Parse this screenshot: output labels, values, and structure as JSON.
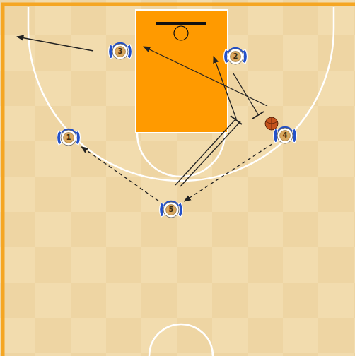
{
  "diagram": {
    "nodes": [
      {
        "text": [
          "3"
        ]
      },
      {
        "text": [
          "2"
        ]
      },
      {
        "text": [
          "1"
        ]
      },
      {
        "text": [
          "4"
        ]
      },
      {
        "text": [
          "5"
        ]
      }
    ],
    "edges": [
      {
        "from": 3,
        "to": 4,
        "arrow": "to"
      },
      {
        "from": 4,
        "to": 2,
        "arrow": "to"
      }
    ]
  }
}
